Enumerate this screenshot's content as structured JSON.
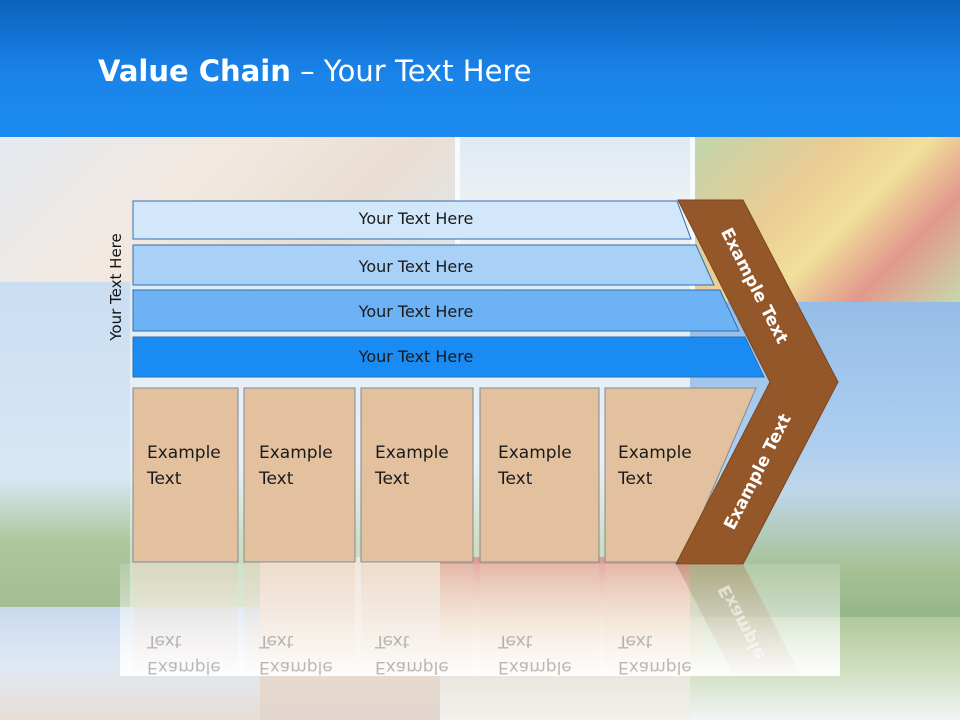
{
  "header": {
    "title_bold": "Value Chain",
    "title_rest": " – Your Text Here",
    "color": "#1a84ea"
  },
  "side_label": "Your Text Here",
  "bands": [
    {
      "label": "Your Text Here",
      "color": "#d3e7fb"
    },
    {
      "label": "Your Text Here",
      "color": "#a9d1f7"
    },
    {
      "label": "Your Text Here",
      "color": "#6cb2f4"
    },
    {
      "label": "Your Text Here",
      "color": "#1a8bf2"
    }
  ],
  "boxes": [
    {
      "line1": "Example",
      "line2": "Text"
    },
    {
      "line1": "Example",
      "line2": "Text"
    },
    {
      "line1": "Example",
      "line2": "Text"
    },
    {
      "line1": "Example",
      "line2": "Text"
    },
    {
      "line1": "Example",
      "line2": "Text"
    }
  ],
  "box_color": "#e3c19f",
  "chevron": {
    "upper_label": "Example Text",
    "lower_label": "Example Text",
    "color": "#94572a"
  },
  "reflection": {
    "word1": "Example",
    "word2": "Text",
    "chevron_word": "Example"
  }
}
